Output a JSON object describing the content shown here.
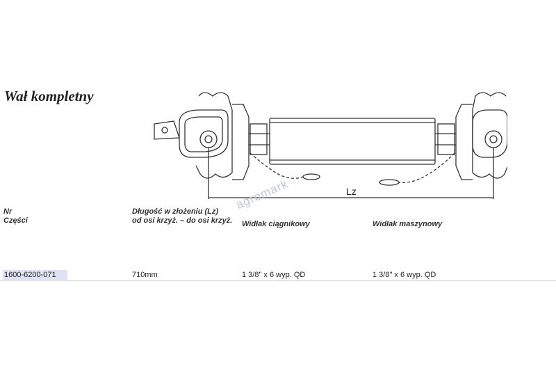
{
  "title": "Wał kompletny",
  "drawing": {
    "dimension_label": "Lz"
  },
  "watermark": "agromark",
  "headers": {
    "part_no_line1": "Nr",
    "part_no_line2": "Części",
    "length_line1": "Długość w złożeniu (Lz)",
    "length_line2": "od osi krzyż. – do osi krzyż.",
    "tractor_yoke": "Widłak ciągnikowy",
    "machine_yoke": "Widłak maszynowy"
  },
  "rows": [
    {
      "part_no": "1600-6200-071",
      "length": "710mm",
      "tractor_yoke": "1 3/8\" x 6 wyp. QD",
      "machine_yoke": "1 3/8\" x 6 wyp. QD"
    }
  ]
}
